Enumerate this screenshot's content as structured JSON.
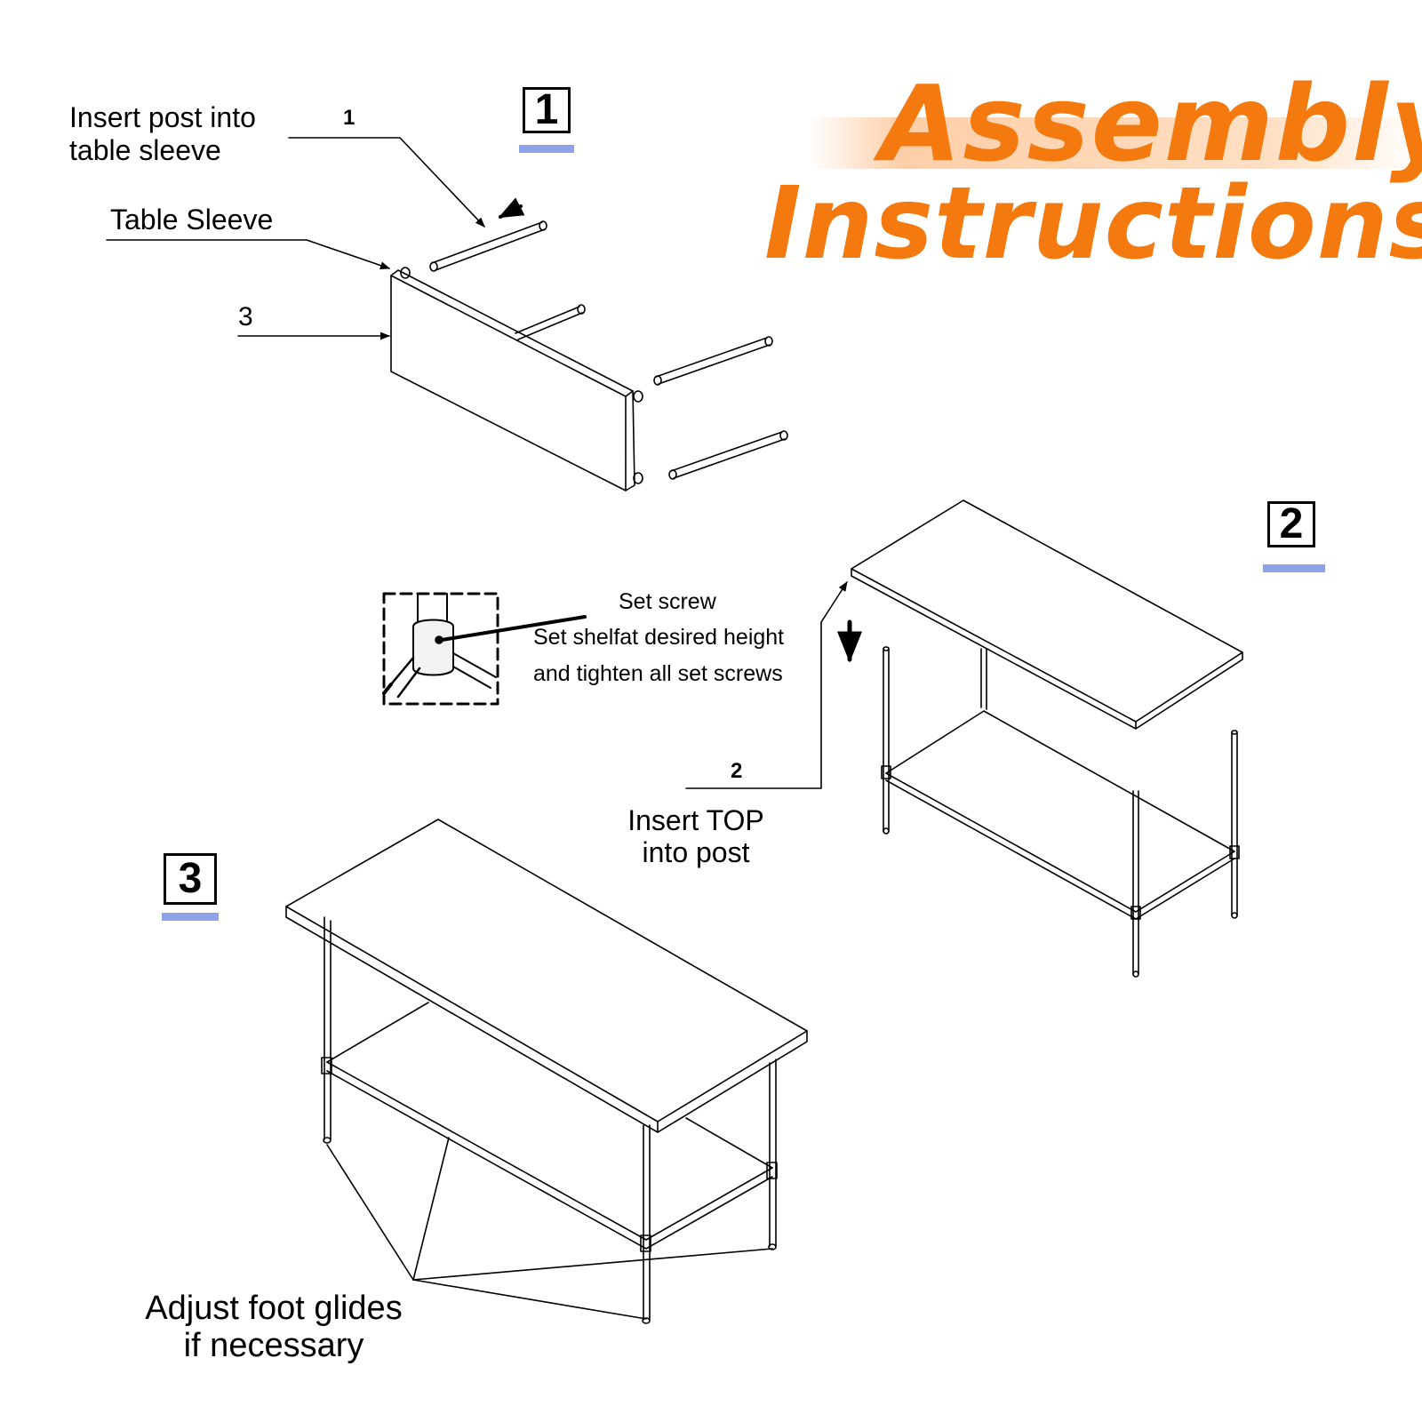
{
  "title": {
    "line1": "Assembly",
    "line2": "Instructions",
    "color": "#f47a10"
  },
  "steps": [
    {
      "number": "1"
    },
    {
      "number": "2"
    },
    {
      "number": "3"
    }
  ],
  "step1": {
    "callout_insert_post": [
      "Insert post into",
      "table sleeve"
    ],
    "callout_insert_post_number": "1",
    "callout_table_sleeve": "Table Sleeve",
    "callout_panel_number": "3"
  },
  "step2": {
    "callout_set_screw": "Set screw",
    "callout_set_shelf": [
      "Set shelfat desired height",
      "and tighten all set screws"
    ],
    "callout_top_number": "2",
    "callout_insert_top": [
      "Insert TOP",
      "into post"
    ]
  },
  "step3": {
    "callout_foot_glides": [
      "Adjust foot glides",
      "if necessary"
    ]
  },
  "colors": {
    "accent_bar": "#8ea2ea",
    "line": "#000000"
  },
  "icons": [
    "arrow-icon",
    "down-arrow-icon",
    "detail-inset"
  ]
}
